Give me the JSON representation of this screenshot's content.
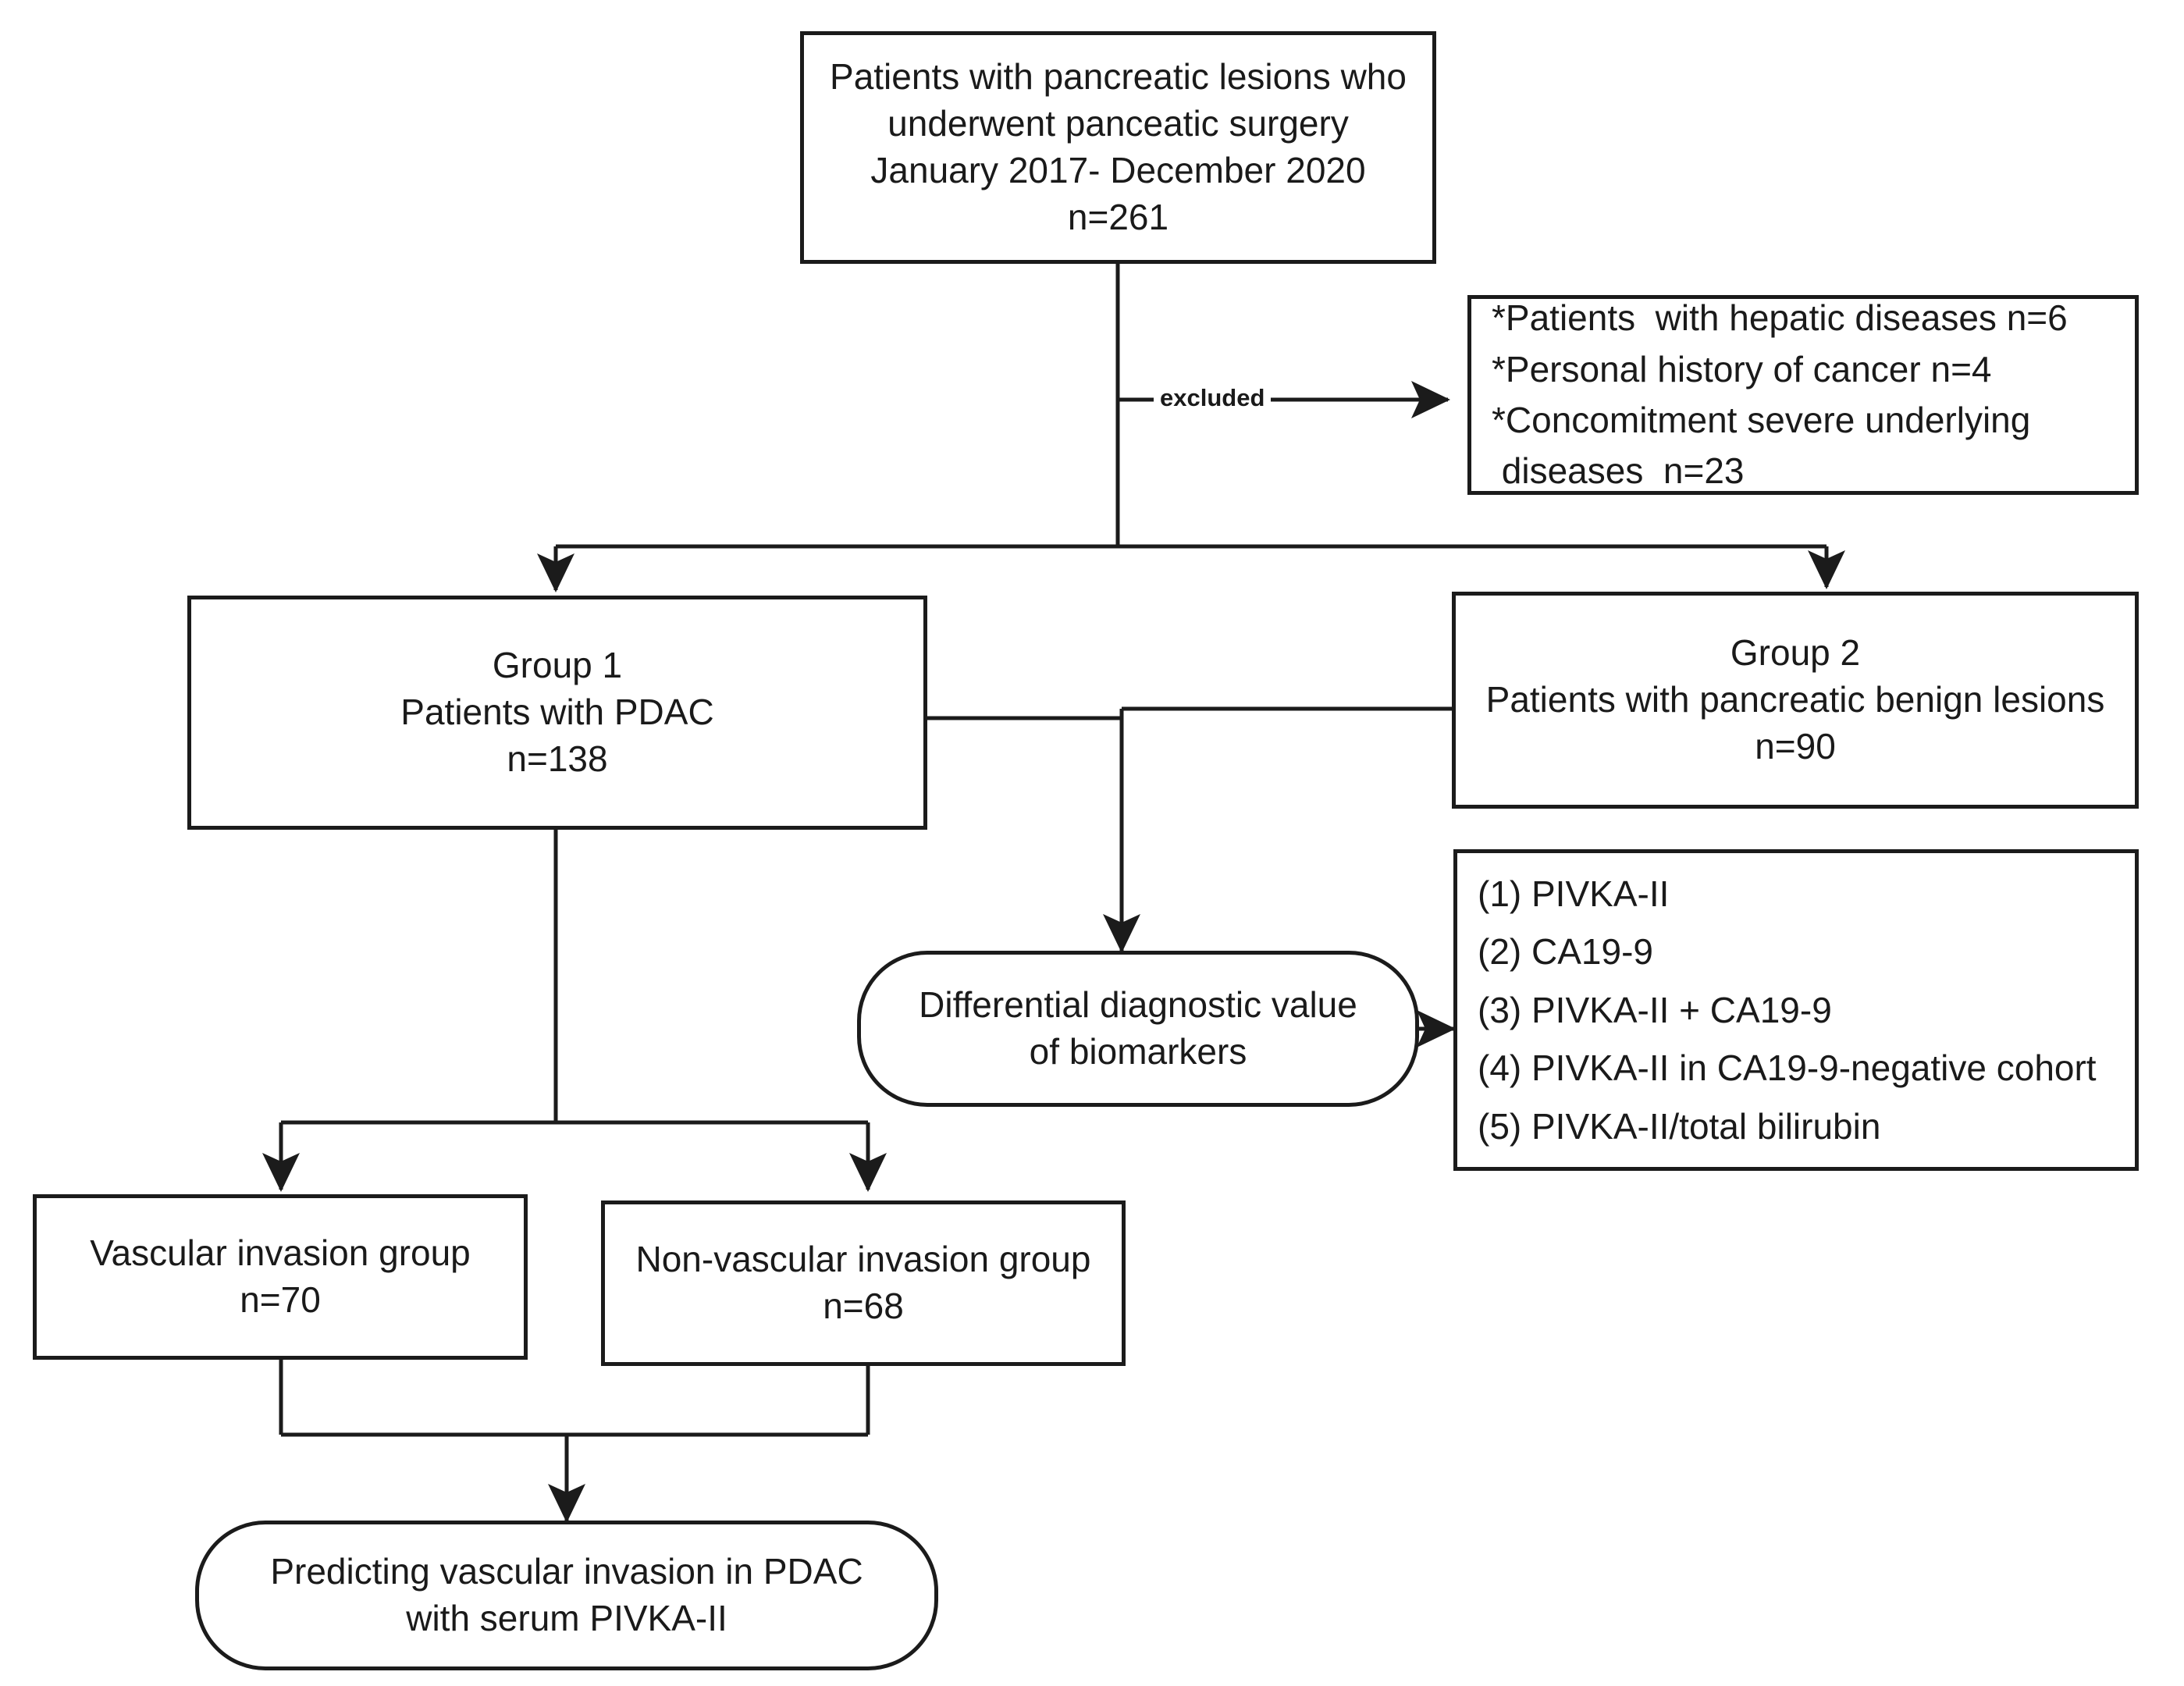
{
  "diagram": {
    "type": "flowchart",
    "title": "Patient selection and study design flow diagram",
    "background_color": "#ffffff",
    "line_color": "#1b1b1b",
    "text_color": "#1a1a1a",
    "nodes": {
      "enrollment": {
        "shape": "rectangle",
        "lines": [
          "Patients with pancreatic lesions who",
          "underwent panceatic surgery",
          "January 2017- December 2020",
          "n=261"
        ]
      },
      "exclusions": {
        "shape": "rectangle",
        "lines": [
          "*Patients  with hepatic diseases n=6",
          "*Personal history of cancer n=4",
          "*Concomitment severe underlying",
          " diseases  n=23"
        ]
      },
      "group1": {
        "shape": "rectangle",
        "lines": [
          "Group 1",
          "Patients with PDAC",
          "n=138"
        ]
      },
      "group2": {
        "shape": "rectangle",
        "lines": [
          "Group 2",
          "Patients with pancreatic benign lesions",
          "n=90"
        ]
      },
      "differential": {
        "shape": "stadium",
        "lines": [
          "Differential diagnostic value",
          "of biomarkers"
        ]
      },
      "biomarkers": {
        "shape": "rectangle",
        "lines": [
          "(1) PIVKA-II",
          "(2) CA19-9",
          "(3) PIVKA-II + CA19-9",
          "(4) PIVKA-II in CA19-9-negative cohort",
          "(5) PIVKA-II/total bilirubin"
        ]
      },
      "vascular": {
        "shape": "rectangle",
        "lines": [
          "Vascular invasion group",
          "n=70"
        ]
      },
      "nonvascular": {
        "shape": "rectangle",
        "lines": [
          "Non-vascular invasion group",
          "n=68"
        ]
      },
      "conclusion": {
        "shape": "stadium",
        "lines": [
          "Predicting vascular invasion in PDAC",
          "with serum PIVKA-II"
        ]
      }
    },
    "edges": {
      "excluded_label": "excluded"
    }
  }
}
